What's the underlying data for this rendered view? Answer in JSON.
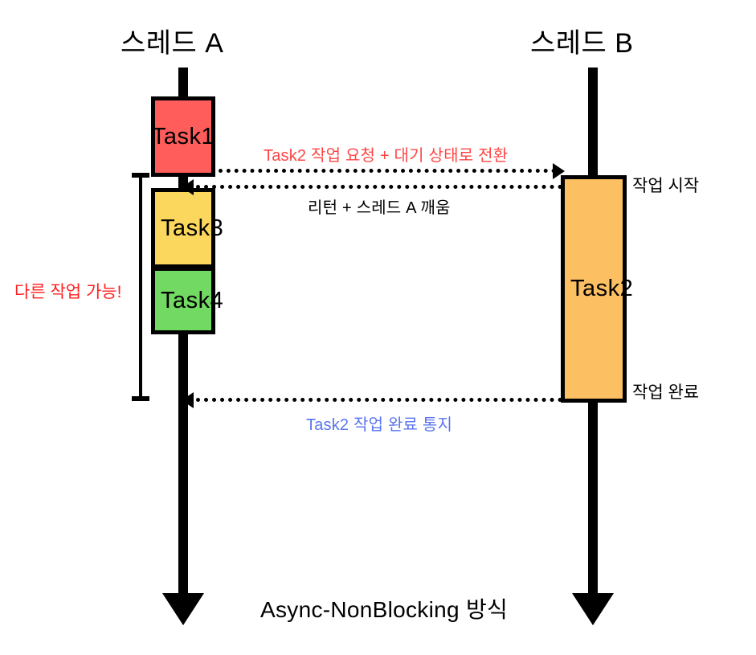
{
  "diagram": {
    "caption": "Async-NonBlocking 방식",
    "lanes": [
      {
        "id": "thread-a",
        "title": "스레드 A"
      },
      {
        "id": "thread-b",
        "title": "스레드 B"
      }
    ],
    "tasks": [
      {
        "id": "task1",
        "label": "Task1",
        "lane": "thread-a",
        "color": "#FF5C5C"
      },
      {
        "id": "task3",
        "label": "Task3",
        "lane": "thread-a",
        "color": "#FBD85D"
      },
      {
        "id": "task4",
        "label": "Task4",
        "lane": "thread-a",
        "color": "#72D963"
      },
      {
        "id": "task2",
        "label": "Task2",
        "lane": "thread-b",
        "color": "#FCBF62"
      }
    ],
    "messages": [
      {
        "id": "request",
        "label": "Task2 작업 요청 + 대기 상태로 전환",
        "color": "#FF4545",
        "direction": "a-to-b"
      },
      {
        "id": "return",
        "label": "리턴 + 스레드 A 깨움",
        "color": "#000000",
        "direction": "b-to-a"
      },
      {
        "id": "completion",
        "label": "Task2 작업 완료 통지",
        "color": "#5B75EE",
        "direction": "b-to-a"
      }
    ],
    "annotations": {
      "left_note": "다른 작업 가능!",
      "left_note_color": "#FF2020",
      "thread_b_start": "작업 시작",
      "thread_b_done": "작업 완료"
    }
  },
  "chart_data": {
    "type": "diagram",
    "title": "Async-NonBlocking 방식",
    "lifelines": [
      "스레드 A",
      "스레드 B"
    ],
    "activations": [
      {
        "lane": "스레드 A",
        "label": "Task1",
        "color": "#FF5C5C"
      },
      {
        "lane": "스레드 A",
        "label": "Task3",
        "color": "#FBD85D"
      },
      {
        "lane": "스레드 A",
        "label": "Task4",
        "color": "#72D963"
      },
      {
        "lane": "스레드 B",
        "label": "Task2",
        "color": "#FCBF62"
      }
    ],
    "arrows": [
      {
        "from": "스레드 A",
        "to": "스레드 B",
        "label": "Task2 작업 요청 + 대기 상태로 전환",
        "style": "dotted"
      },
      {
        "from": "스레드 B",
        "to": "스레드 A",
        "label": "리턴 + 스레드 A 깨움",
        "style": "dotted"
      },
      {
        "from": "스레드 B",
        "to": "스레드 A",
        "label": "Task2 작업 완료 통지",
        "style": "dotted"
      }
    ],
    "notes": [
      "다른 작업 가능!",
      "작업 시작",
      "작업 완료"
    ]
  }
}
